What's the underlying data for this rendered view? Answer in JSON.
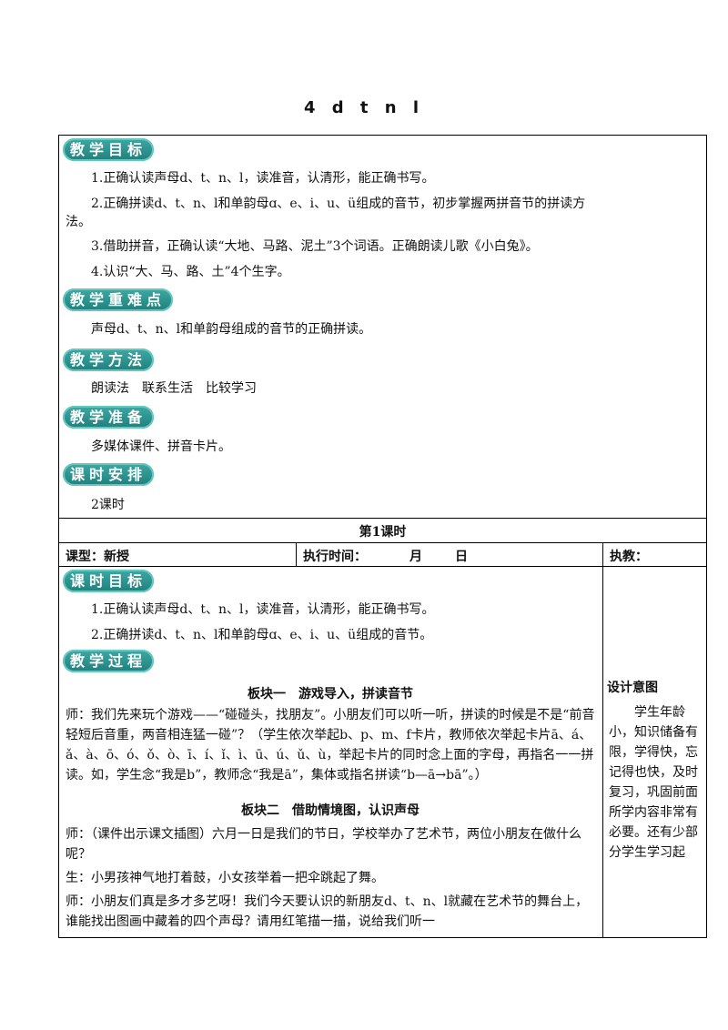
{
  "title": "4 d t n l",
  "sections": {
    "objectives": {
      "label": "教学目标",
      "items": [
        "1.正确认读声母d、t、n、l，读准音，认清形，能正确书写。",
        "2.正确拼读d、t、n、l和单韵母ɑ、e、i、u、ü组成的音节，初步掌握两拼音节的拼读方",
        "法。",
        "3.借助拼音，正确认读“大地、马路、泥土”3个词语。正确朗读儿歌《小白兔》。",
        "4.认识“大、马、路、土”4个生字。"
      ]
    },
    "key_points": {
      "label": "教学重难点",
      "text": "声母d、t、n、l和单韵母组成的音节的正确拼读。"
    },
    "methods": {
      "label": "教学方法",
      "text": "朗读法　联系生活　比较学习"
    },
    "preparation": {
      "label": "教学准备",
      "text": "多媒体课件、拼音卡片。"
    },
    "schedule": {
      "label": "课时安排",
      "text": "2课时"
    }
  },
  "lesson": {
    "heading": "第1课时",
    "type_label": "课型：新授",
    "time_label": "执行时间：",
    "month": "月",
    "day": "日",
    "teacher_label": "执教：",
    "goals": {
      "label": "课时目标",
      "items": [
        "1.正确认读声母d、t、n、l，读准音，认清形，能正确书写。",
        "2.正确拼读d、t、n、l和单韵母ɑ、e、i、u、ü组成的音节。"
      ]
    },
    "process": {
      "label": "教学过程",
      "block1_title": "板块一　游戏导入，拼读音节",
      "block1_text": "师：我们先来玩个游戏——“碰碰头，找朋友”。小朋友们可以听一听，拼读的时候是不是“前音轻短后音重，两音相连猛一碰”？（学生依次举起b、p、m、f卡片，教师依次举起卡片ā、á、ǎ、à、ō、ó、ǒ、ò、ī、í、ǐ、ì、ū、ú、ǔ、ù，举起卡片的同时念上面的字母，再指名一一拼读。如，学生念“我是b”，教师念“我是ā”，集体或指名拼读“b—ā→bā”。）",
      "block2_title": "板块二　借助情境图，认识声母",
      "block2_lines": [
        "师：（课件出示课文插图）六月一日是我们的节日，学校举办了艺术节，两位小朋友在做什么呢？",
        "生：小男孩神气地打着鼓，小女孩举着一把伞跳起了舞。",
        "师：小朋友们真是多才多艺呀！我们今天要认识的新朋友d、t、n、l就藏在艺术节的舞台上，谁能找出图画中藏着的四个声母？请用红笔描一描，说给我们听一"
      ]
    },
    "design": {
      "label": "设计意图",
      "text": "学生年龄小，知识储备有限，学得快，忘记得也快，及时复习，巩固前面所学内容非常有必要。还有少部分学生学习起"
    }
  }
}
